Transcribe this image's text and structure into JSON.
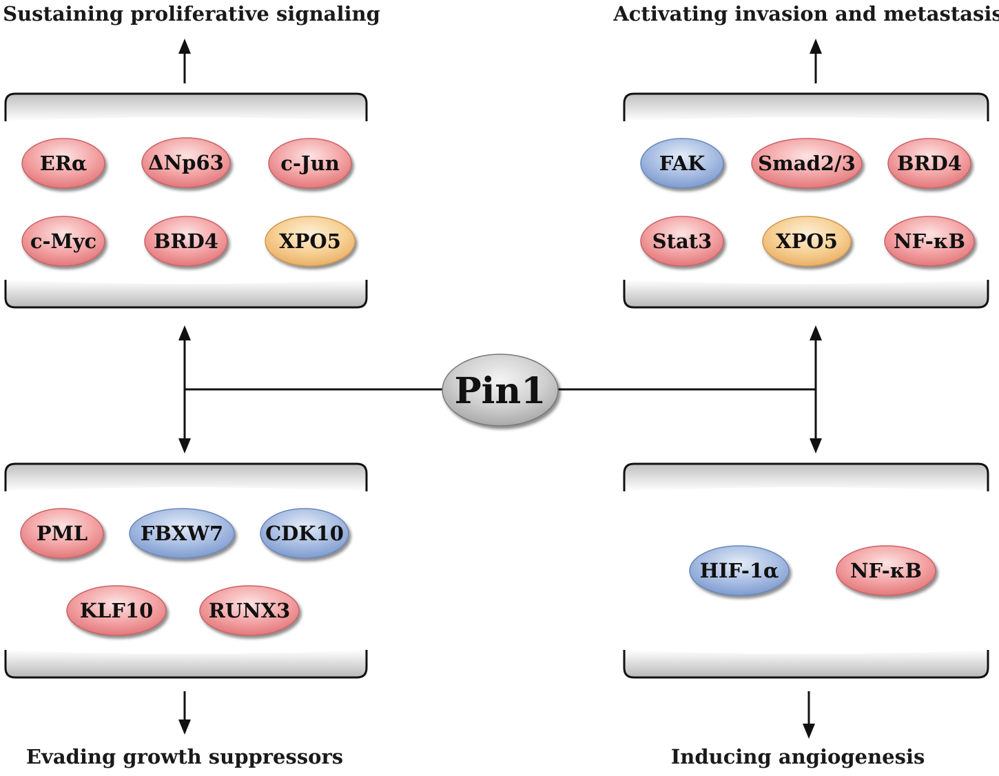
{
  "center": {
    "label": "Pin1"
  },
  "colors": {
    "upregulated": "#f08a8c",
    "downregulated": "#8fa9d6",
    "dual": "#f2c07a",
    "center": "#bdbdbd"
  },
  "panels": [
    {
      "title": "Sustaining proliferative signaling",
      "proteins": [
        {
          "label": "ERα",
          "color": "red"
        },
        {
          "label": "ΔNp63",
          "color": "red"
        },
        {
          "label": "c-Jun",
          "color": "red"
        },
        {
          "label": "c-Myc",
          "color": "red"
        },
        {
          "label": "BRD4",
          "color": "red"
        },
        {
          "label": "XPO5",
          "color": "orange"
        }
      ]
    },
    {
      "title": "Activating invasion and metastasis",
      "proteins": [
        {
          "label": "FAK",
          "color": "blue"
        },
        {
          "label": "Smad2/3",
          "color": "red"
        },
        {
          "label": "BRD4",
          "color": "red"
        },
        {
          "label": "Stat3",
          "color": "red"
        },
        {
          "label": "XPO5",
          "color": "orange"
        },
        {
          "label": "NF-κB",
          "color": "red"
        }
      ]
    },
    {
      "title": "Evading growth suppressors",
      "proteins": [
        {
          "label": "PML",
          "color": "red"
        },
        {
          "label": "FBXW7",
          "color": "blue"
        },
        {
          "label": "CDK10",
          "color": "blue"
        },
        {
          "label": "KLF10",
          "color": "red"
        },
        {
          "label": "RUNX3",
          "color": "red"
        }
      ]
    },
    {
      "title": "Inducing angiogenesis",
      "proteins": [
        {
          "label": "HIF-1α",
          "color": "blue"
        },
        {
          "label": "NF-κB",
          "color": "red"
        }
      ]
    }
  ]
}
